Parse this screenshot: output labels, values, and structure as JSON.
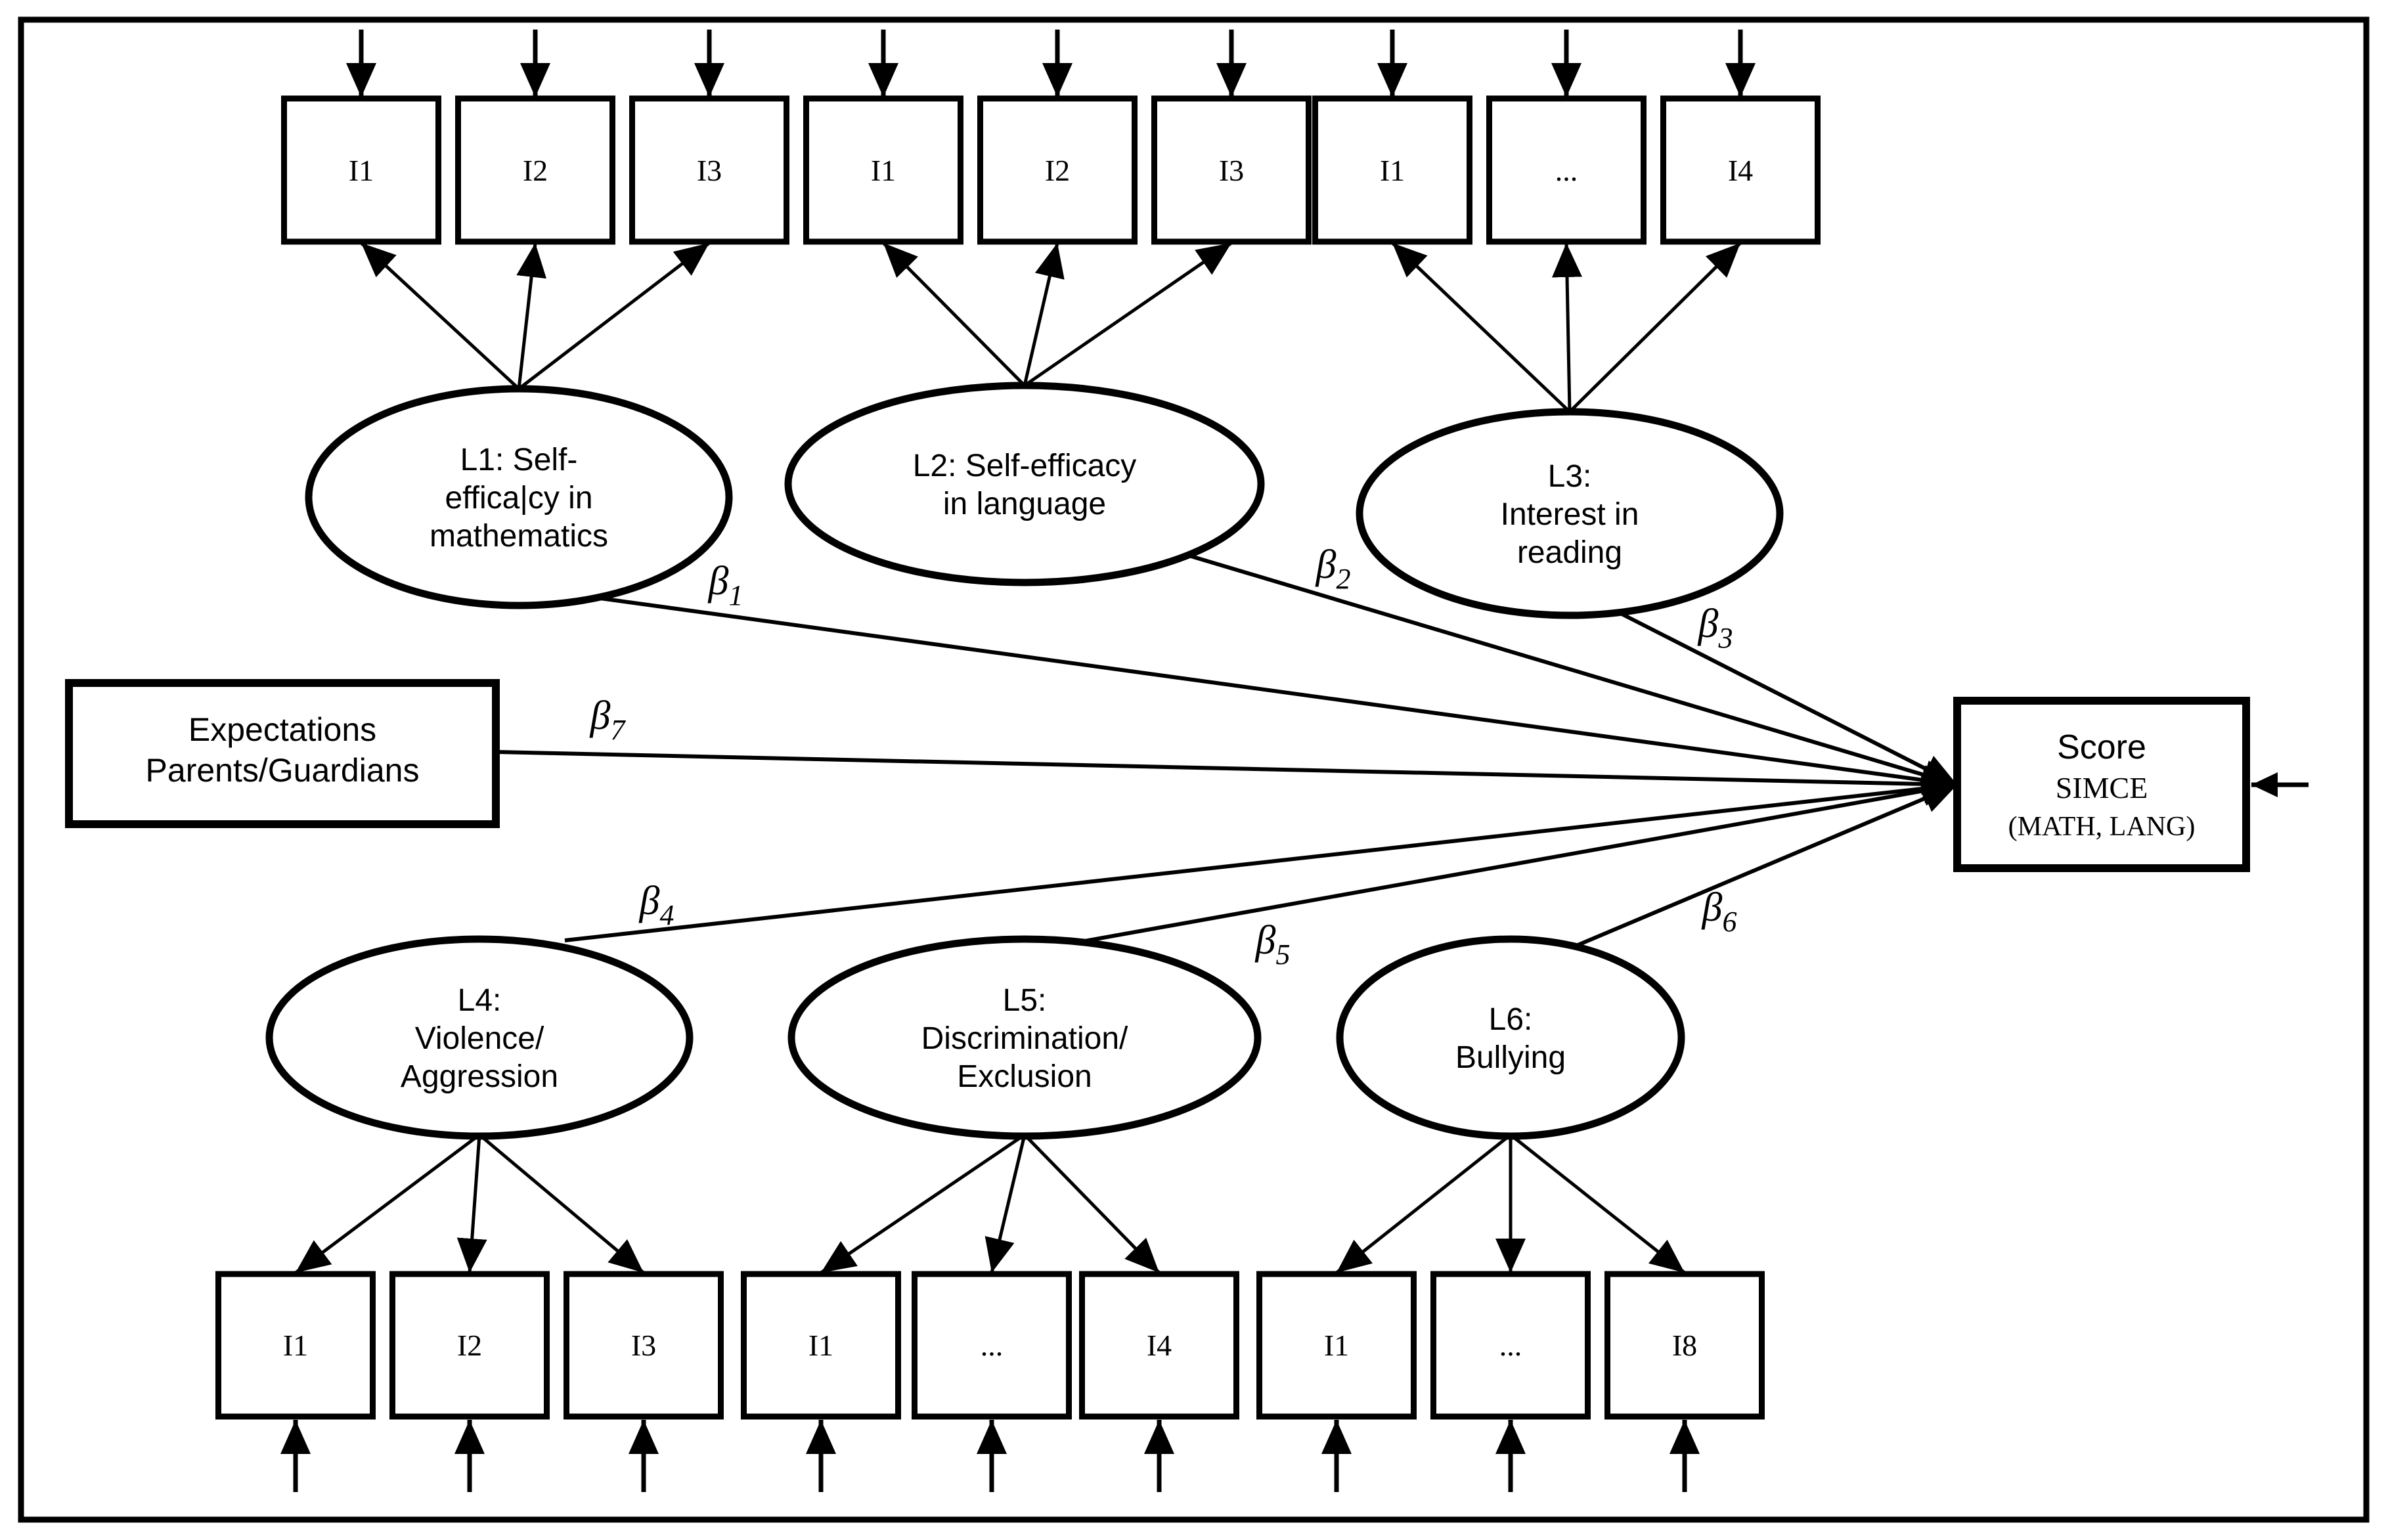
{
  "colors": {
    "ink": "#000000",
    "paper": "#ffffff"
  },
  "top_indicators": [
    "I1",
    "I2",
    "I3",
    "I1",
    "I2",
    "I3",
    "I1",
    "...",
    "I4"
  ],
  "bottom_indicators": [
    "I1",
    "I2",
    "I3",
    "I1",
    "...",
    "I4",
    "I1",
    "...",
    "I8"
  ],
  "latents": {
    "L1": {
      "lines": [
        "L1: Self-",
        "effica|cy in",
        "mathematics"
      ]
    },
    "L2": {
      "lines": [
        "L2: Self-efficacy",
        "in language"
      ]
    },
    "L3": {
      "lines": [
        "L3:",
        "Interest in",
        "reading"
      ]
    },
    "L4": {
      "lines": [
        "L4:",
        "Violence/",
        "Aggression"
      ]
    },
    "L5": {
      "lines": [
        "L5:",
        "Discrimination/",
        "Exclusion"
      ]
    },
    "L6": {
      "lines": [
        "L6:",
        "Bullying"
      ]
    }
  },
  "expectations_box": {
    "lines": [
      "Expectations",
      "Parents/Guardians"
    ]
  },
  "score_box": {
    "title": "Score",
    "line2": "SIMCE",
    "line3": "(MATH, LANG)"
  },
  "betas": {
    "b1": {
      "sym": "β",
      "sub": "1"
    },
    "b2": {
      "sym": "β",
      "sub": "2"
    },
    "b3": {
      "sym": "β",
      "sub": "3"
    },
    "b4": {
      "sym": "β",
      "sub": "4"
    },
    "b5": {
      "sym": "β",
      "sub": "5"
    },
    "b6": {
      "sym": "β",
      "sub": "6"
    },
    "b7": {
      "sym": "β",
      "sub": "7"
    }
  }
}
